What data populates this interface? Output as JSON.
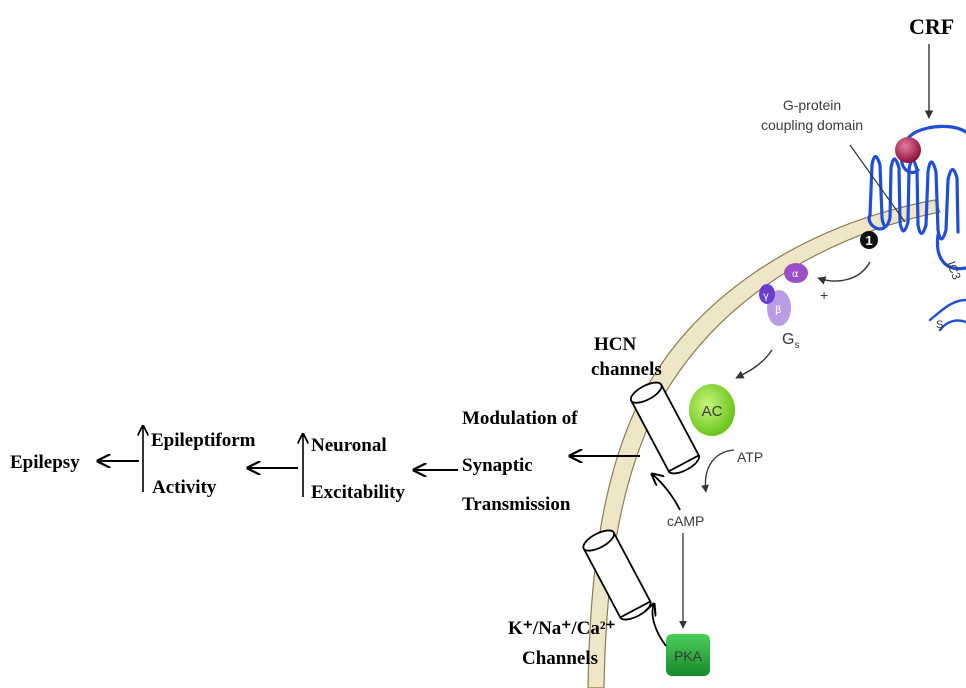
{
  "labels": {
    "crf": "CRF",
    "g_protein_line1": "G-protein",
    "g_protein_line2": "coupling domain",
    "ic3": "IC3",
    "step_number": "1",
    "plus_sign": "+",
    "gamma": "γ",
    "beta": "β",
    "alpha": "α",
    "gs_g": "G",
    "gs_s": "s",
    "hcn_line1": "HCN",
    "hcn_line2": "channels",
    "ac": "AC",
    "atp": "ATP",
    "camp": "cAMP",
    "pka": "PKA",
    "kna_ca_line1": "K⁺/Na⁺/Ca²⁺",
    "kna_ca_line2": "Channels",
    "modulation_line1": "Modulation of",
    "modulation_line2": "Synaptic",
    "modulation_line3": "Transmission",
    "neuronal_line1": "Neuronal",
    "neuronal_line2": "Excitability",
    "epileptiform_line1": "Epileptiform",
    "epileptiform_line2": "Activity",
    "epilepsy": "Epilepsy"
  },
  "colors": {
    "membrane_fill": "#efe6c8",
    "membrane_edge": "#8b7d55",
    "receptor_blue": "#1f4fd6",
    "ligand_red": "#b0184a",
    "alpha_purple": "#9b4fc9",
    "beta_lavender": "#b99be6",
    "gamma_violet": "#6a3fd0",
    "ac_green": "#8fe03a",
    "pka_green": "#22a83a"
  }
}
